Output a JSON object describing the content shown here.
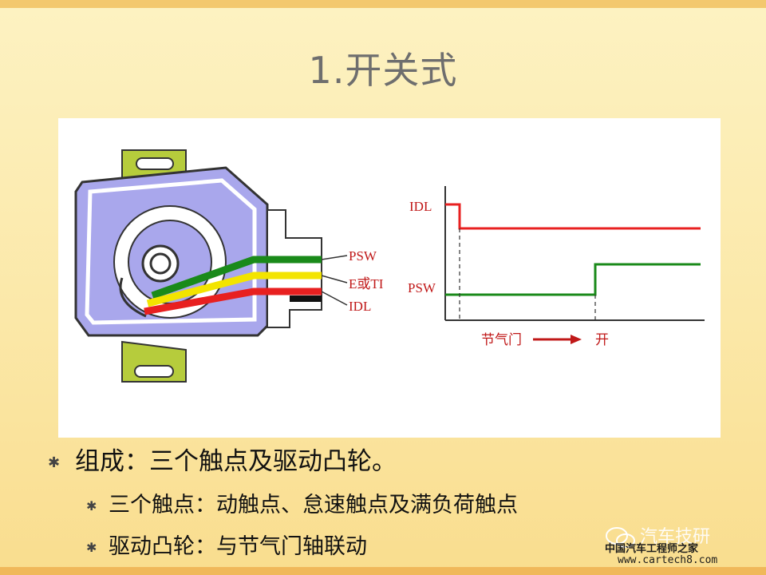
{
  "title": "1.开关式",
  "diagram": {
    "labels": {
      "psw": "PSW",
      "e_ti": "E或TI",
      "idl": "IDL"
    },
    "colors": {
      "body": "#a9a7ec",
      "mount": "#b6cc3c",
      "green": "#1a8a1a",
      "yellow": "#f3e400",
      "red": "#e82020",
      "black": "#111111"
    }
  },
  "chart": {
    "y_labels": {
      "idl": "IDL",
      "psw": "PSW"
    },
    "x_label": "节气门",
    "x_end": "开"
  },
  "bullets": {
    "main": "组成：三个触点及驱动凸轮。",
    "sub": [
      "三个触点：动触点、怠速触点及满负荷触点",
      "驱动凸轮：与节气门轴联动"
    ]
  },
  "watermark": {
    "brand": "汽车技研",
    "org": "中国汽车工程师之家",
    "url": "www.cartech8.com"
  }
}
